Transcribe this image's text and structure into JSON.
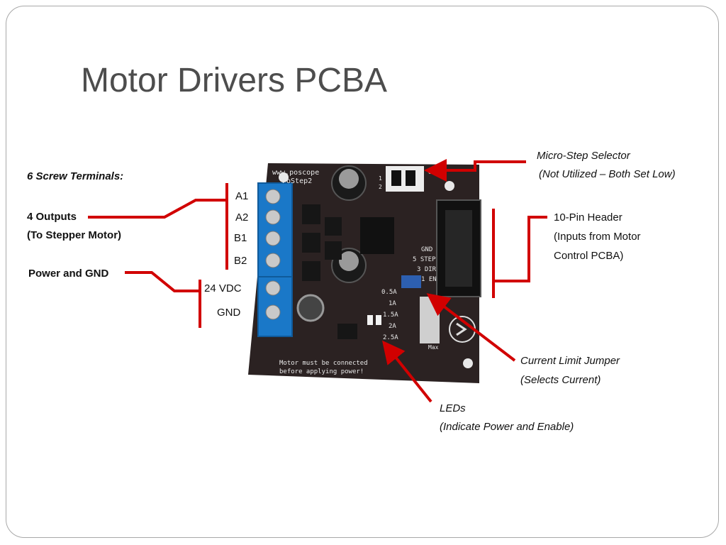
{
  "slide": {
    "title": "Motor Drivers PCBA"
  },
  "labels": {
    "screw_terminals": "6 Screw Terminals:",
    "outputs": "4 Outputs",
    "outputs_sub": "(To Stepper Motor)",
    "power_gnd": "Power and GND",
    "pins": [
      "A1",
      "A2",
      "B1",
      "B2",
      "24 VDC",
      "GND"
    ],
    "micro_step": "Micro-Step Selector",
    "micro_step_sub": "(Not Utilized – Both Set Low)",
    "header_title": "10-Pin Header",
    "header_sub1": "(Inputs from Motor",
    "header_sub2": "Control PCBA)",
    "current_jumper": "Current Limit Jumper",
    "current_jumper_sub": "(Selects Current)",
    "leds": "LEDs",
    "leds_sub": "(Indicate Power and Enable)"
  },
  "board": {
    "brand": "www.poscope",
    "model": "PoStep2",
    "pin_labels": [
      "GND",
      "5 STEP",
      "3 DIR",
      "1 EN"
    ],
    "current_labels": [
      "0.5A",
      "1A",
      "1.5A",
      "2A",
      "2.5A"
    ],
    "max_label": "Max",
    "warning_line1": "Motor must be connected",
    "warning_line2": "before applying power!",
    "switch_label": "ON",
    "switch_numbers": [
      "1",
      "2"
    ]
  },
  "colors": {
    "annotation": "#d10000",
    "pcb": "#2b2222",
    "terminal": "#1a78c8"
  }
}
